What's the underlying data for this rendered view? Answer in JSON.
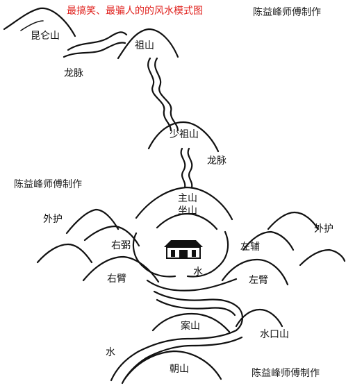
{
  "title": "最搞笑、最骗人的的风水模式图",
  "watermarks": [
    "陈益峰师傅制作",
    "陈益峰师傅制作",
    "陈益峰师傅制作"
  ],
  "labels": {
    "kunlun": "昆仑山",
    "longmai_1": "龙脉",
    "zushan": "祖山",
    "shaozushan": "少祖山",
    "longmai_2": "龙脉",
    "zhushan": "主山",
    "zuoshan": "坐山",
    "waihu_left": "外护",
    "waihu_right": "外护",
    "youbi": "右弼",
    "zuofu": "左辅",
    "youbi_arm": "右臂",
    "zuobi_arm": "左臂",
    "shui_center": "水",
    "anshan": "案山",
    "shuikoushan": "水口山",
    "shui_bottom": "水",
    "chaoshan": "朝山"
  },
  "colors": {
    "title": "#e0201c",
    "ink": "#111111"
  }
}
